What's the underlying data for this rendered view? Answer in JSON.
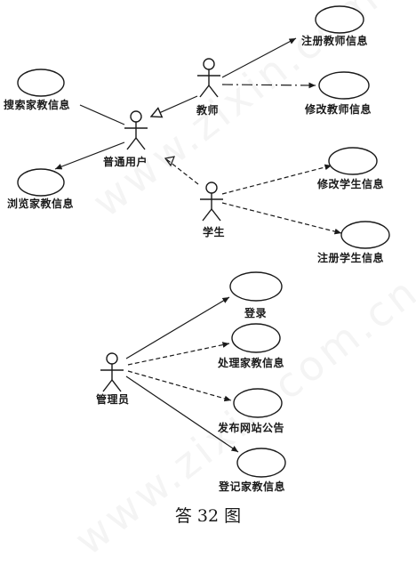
{
  "actors": {
    "teacher": "教师",
    "general_user": "普通用户",
    "student": "学生",
    "admin": "管理员"
  },
  "use_cases": {
    "register_teacher": "注册教师信息",
    "modify_teacher": "修改教师信息",
    "search_tutor": "搜索家教信息",
    "browse_tutor": "浏览家教信息",
    "modify_student": "修改学生信息",
    "register_student": "注册学生信息",
    "login": "登录",
    "process_tutor": "处理家教信息",
    "publish_notice": "发布网站公告",
    "record_tutor": "登记家教信息"
  },
  "caption": "答 32 图",
  "colors": {
    "ink": "#1a1a1a",
    "paper": "#ffffff"
  }
}
